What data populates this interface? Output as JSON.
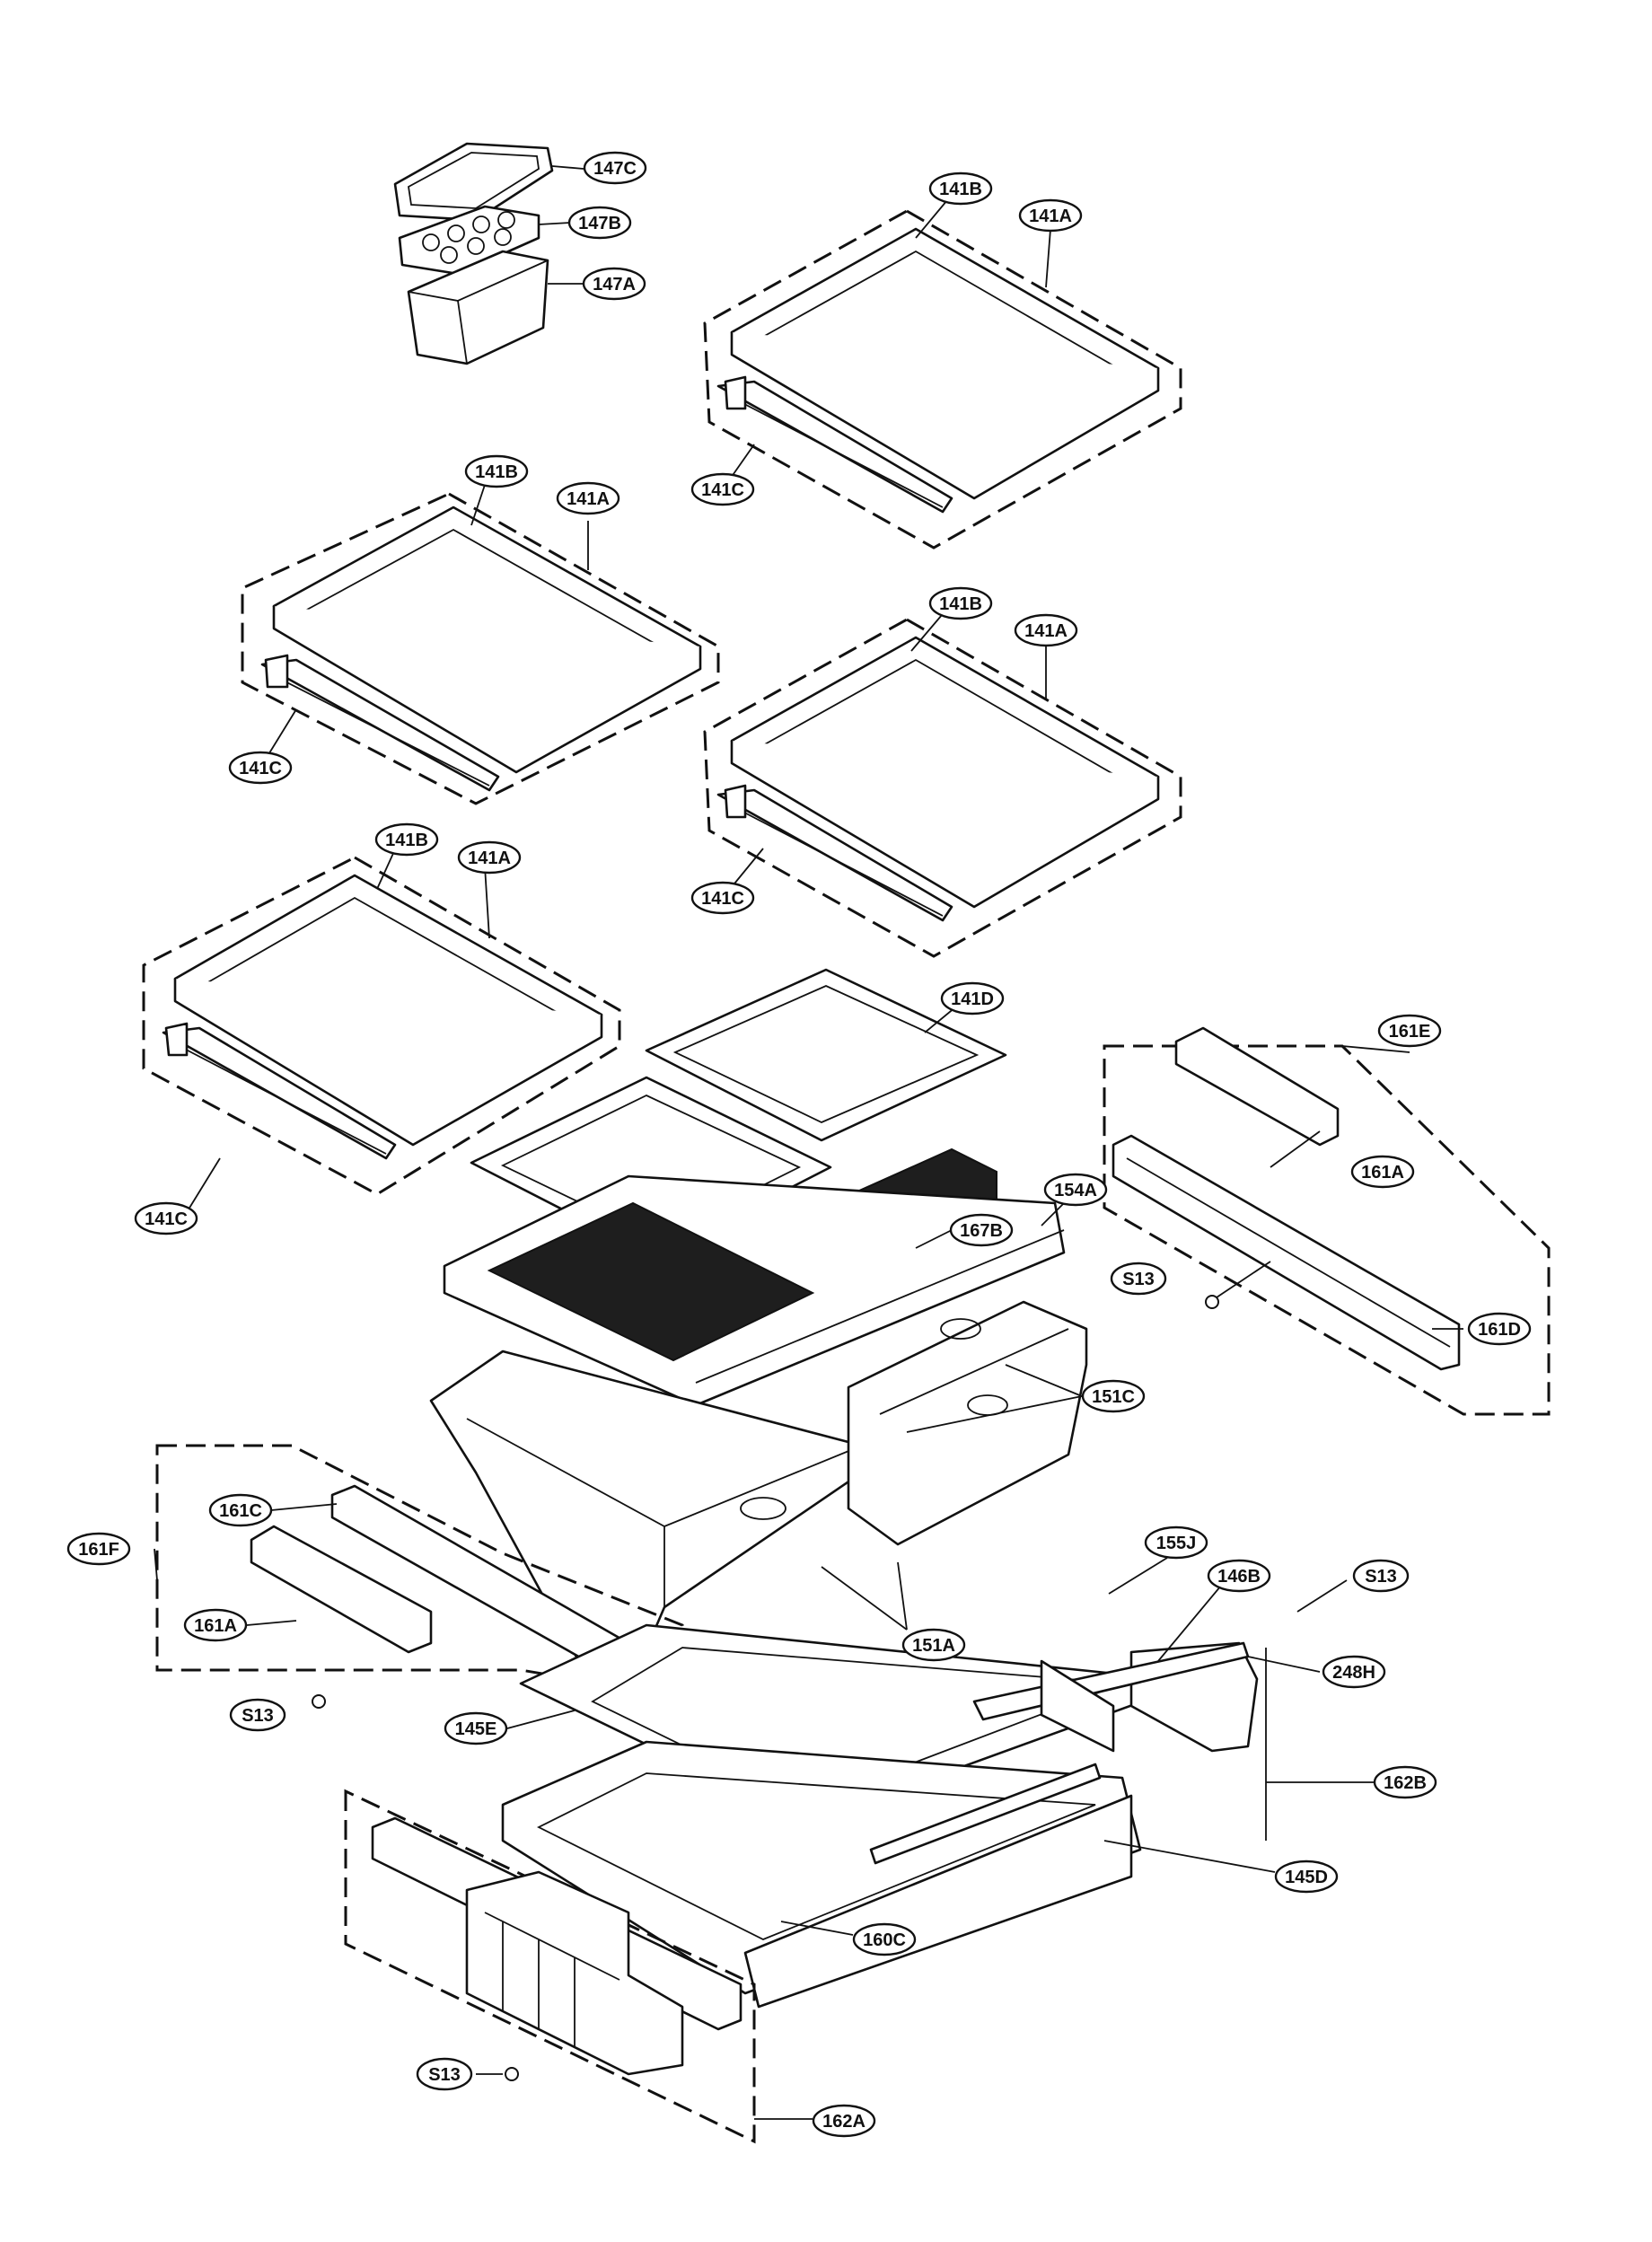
{
  "diagram": {
    "callouts": [
      "147C",
      "147B",
      "147A",
      "141B",
      "141A",
      "141C",
      "141B",
      "141A",
      "141C",
      "141B",
      "141A",
      "141C",
      "141B",
      "141A",
      "141C",
      "141D",
      "167B",
      "154A",
      "161E",
      "161A",
      "S13",
      "161D",
      "151C",
      "161C",
      "161F",
      "161A",
      "S13",
      "151A",
      "155J",
      "146B",
      "S13",
      "248H",
      "145E",
      "162B",
      "145D",
      "160C",
      "S13",
      "162A"
    ]
  }
}
